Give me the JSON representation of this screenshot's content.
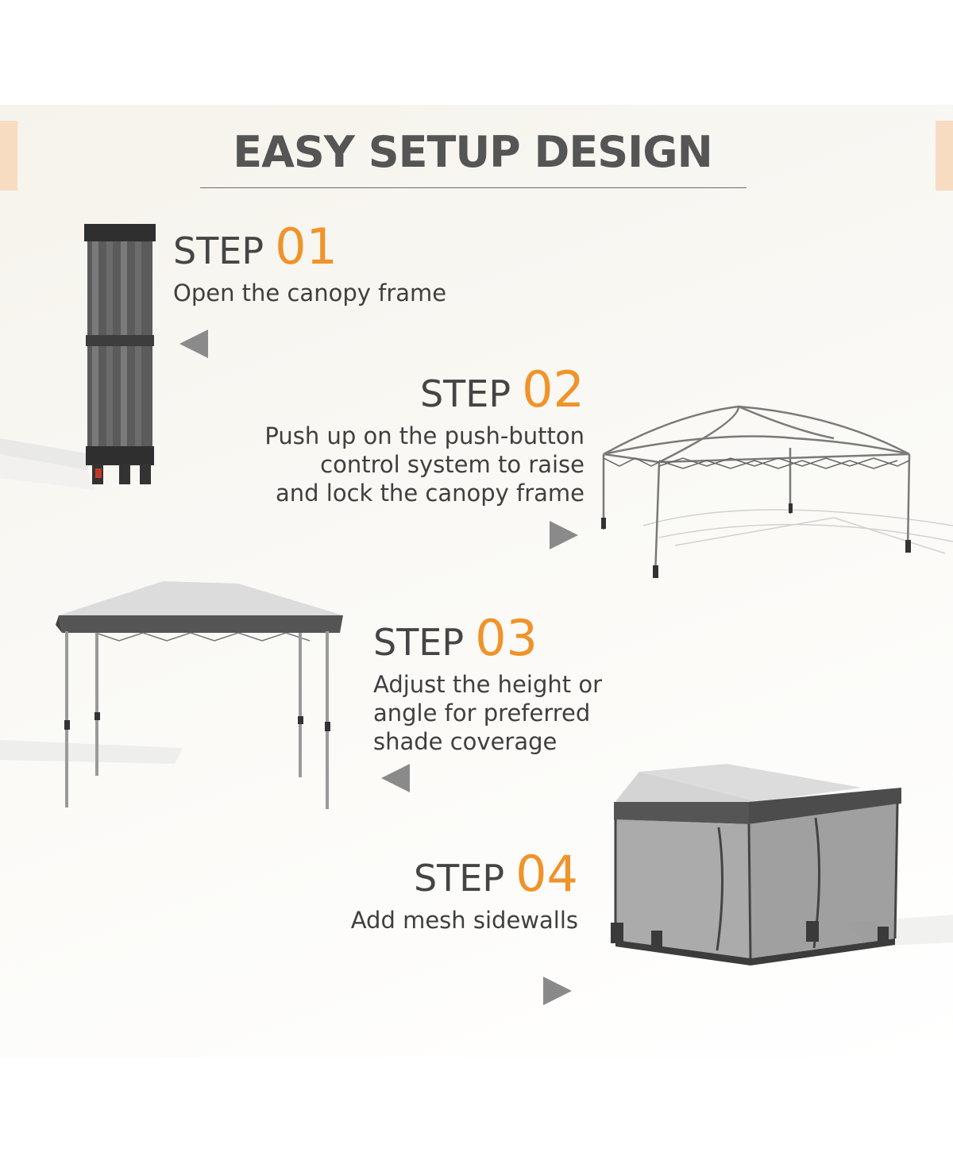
{
  "title": "EASY SETUP DESIGN",
  "colors": {
    "accent_orange": "#f0932a",
    "text_dark": "#454545",
    "edge_peach": "#f7dcc2",
    "frame_gray": "#5a5a5a"
  },
  "steps": [
    {
      "word": "STEP",
      "num": "01",
      "lines": [
        "Open the canopy frame"
      ]
    },
    {
      "word": "STEP",
      "num": "02",
      "lines": [
        "Push up on the push-button",
        "control system to raise",
        "and lock the canopy frame"
      ]
    },
    {
      "word": "STEP",
      "num": "03",
      "lines": [
        "Adjust the height or",
        "angle for preferred",
        "shade coverage"
      ]
    },
    {
      "word": "STEP",
      "num": "04",
      "lines": [
        "Add mesh sidewalls"
      ]
    }
  ],
  "arrows": [
    "triangle-left-icon",
    "triangle-right-icon",
    "triangle-left-icon",
    "triangle-right-icon"
  ]
}
